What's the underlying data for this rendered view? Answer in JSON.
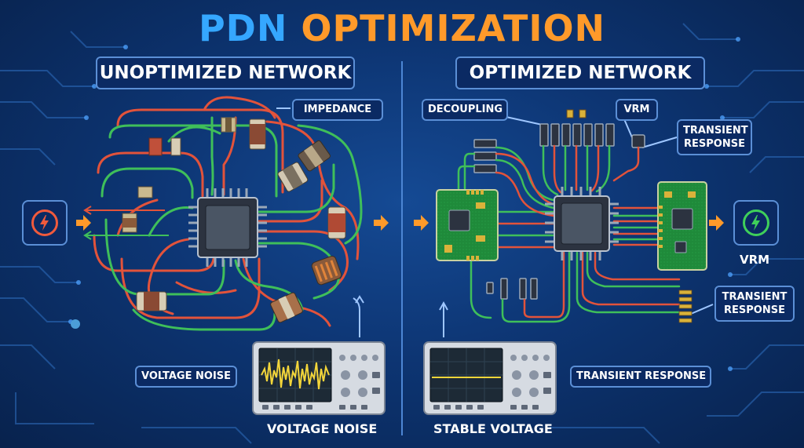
{
  "title": {
    "part1": "PDN",
    "part2": "OPTIMIZATION"
  },
  "sections": {
    "left": "UNOPTIMIZED NETWORK",
    "right": "OPTIMIZED NETWORK"
  },
  "labels": {
    "impedance": "IMPEDANCE",
    "decoupling": "DECOUPLING",
    "vrm_top": "VRM",
    "transient_top": [
      "TRANSIENT",
      "RESPONSE"
    ],
    "vrm_side": "VRM",
    "transient_right": [
      "TRANSIENT",
      "RESPONSE"
    ],
    "voltage_noise_left": "VOLTAGE NOISE",
    "voltage_noise_bottom": "VOLTAGE NOISE",
    "transient_bottom": "TRANSIENT RESPONSE",
    "stable_voltage": "STABLE VOLTAGE"
  },
  "icons": {
    "left_power": "lightning-bolt-icon",
    "right_power": "lightning-bolt-icon"
  },
  "colors": {
    "title_blue": "#35a7ff",
    "title_orange": "#ff9a2a",
    "trace_red": "#e2533b",
    "trace_green": "#3fbf5a",
    "arrow_orange": "#ff9a2a",
    "noise_yellow": "#f2d53a",
    "bolt_red": "#f05a3c",
    "bolt_green": "#3fd05a"
  }
}
